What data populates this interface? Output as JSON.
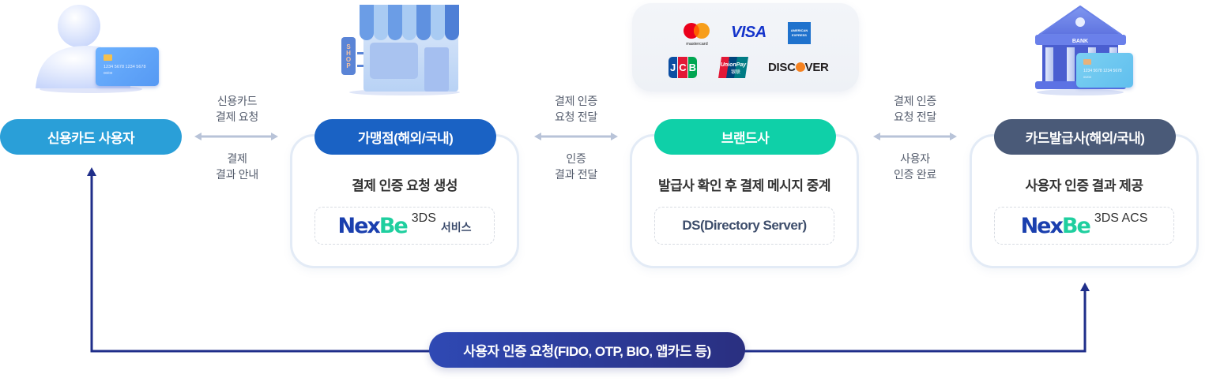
{
  "actors": [
    {
      "id": "user",
      "label": "신용카드 사용자",
      "color": "#2a9fd8"
    },
    {
      "id": "merchant",
      "label": "가맹점(해외/국내)",
      "color": "#1a62c4",
      "description": "결제 인증 요청 생성",
      "product": {
        "brand_a": "Nex",
        "brand_b": "Be",
        "suffix": "3DS",
        "suffix2": "서비스"
      }
    },
    {
      "id": "brand",
      "label": "브랜드사",
      "color": "#0fd0a8",
      "description": "발급사 확인 후 결제 메시지 중계",
      "product": {
        "text": "DS(Directory Server)"
      }
    },
    {
      "id": "issuer",
      "label": "카드발급사(해외/국내)",
      "color": "#4a5a78",
      "description": "사용자 인증 결과 제공",
      "product": {
        "brand_a": "Nex",
        "brand_b": "Be",
        "suffix": "3DS ACS"
      }
    }
  ],
  "flows": [
    {
      "top": "신용카드\n결제 요청",
      "bottom": "결제\n결과 안내"
    },
    {
      "top": "결제 인증\n요청 전달",
      "bottom": "인증\n결과 전달"
    },
    {
      "top": "결제 인증\n요청 전달",
      "bottom": "사용자\n인증 완료"
    }
  ],
  "bottom_flow": {
    "label": "사용자 인증 요청(FIDO, OTP, BIO, 앱카드 등)",
    "color": "#1f2e8a"
  },
  "icons": {
    "user": "user-with-card-icon",
    "merchant": "shop-icon",
    "issuer": "bank-icon",
    "card_number": "1234 5678 1234 5678",
    "card_expiry": "00/00",
    "shop_sign": "SHOP",
    "bank_sign": "BANK"
  },
  "card_brands": [
    "mastercard",
    "VISA",
    "AMERICAN EXPRESS",
    "JCB",
    "UnionPay",
    "DISCOVER"
  ]
}
